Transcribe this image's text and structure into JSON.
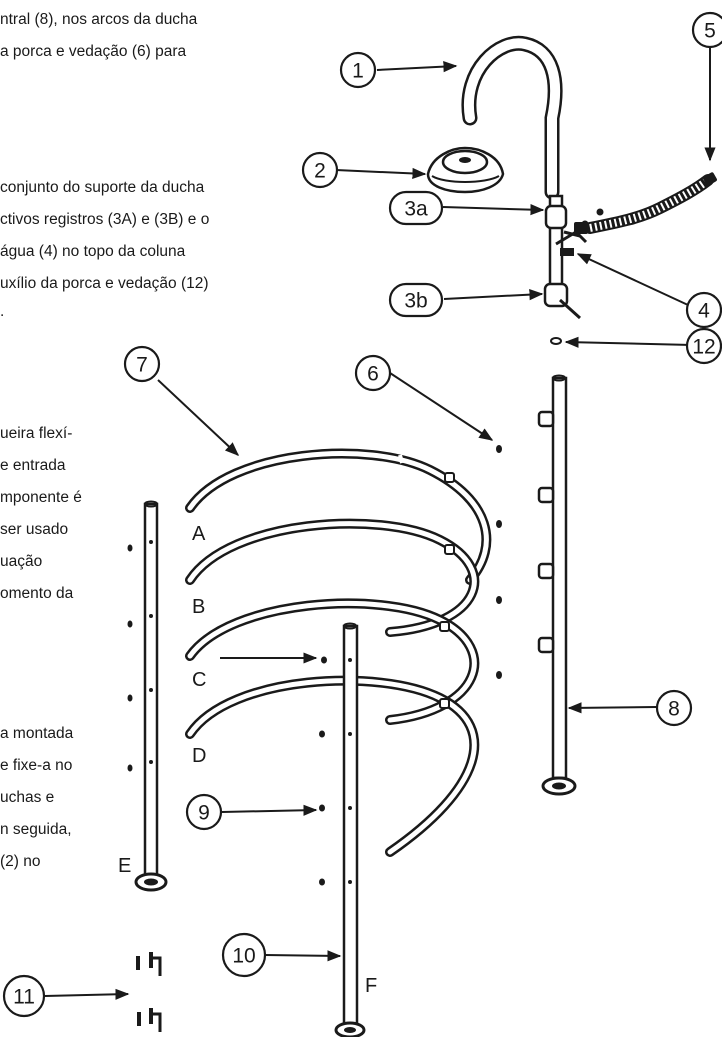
{
  "text_blocks": {
    "b1": [
      "ntral (8), nos arcos da ducha",
      "a porca e vedação (6) para"
    ],
    "b2": [
      "conjunto do suporte da ducha",
      "ctivos registros (3A) e (3B) e o",
      "água (4) no topo da coluna",
      "uxílio da porca e vedação (12)",
      "."
    ],
    "b3": [
      "ueira flexí-",
      "e entrada",
      "mponente é",
      "ser usado",
      "uação",
      "omento da"
    ],
    "b4": [
      "a montada",
      "e fixe-a no",
      "uchas e",
      "n seguida,",
      "(2) no"
    ]
  },
  "callouts": {
    "c1": "1",
    "c2": "2",
    "c3a": "3a",
    "c3b": "3b",
    "c4": "4",
    "c5": "5",
    "c6": "6",
    "c7": "7",
    "c8": "8",
    "c9": "9",
    "c10": "10",
    "c11": "11",
    "c12": "12"
  },
  "letters": {
    "a": "A",
    "b": "B",
    "c": "C",
    "d": "D",
    "e": "E",
    "f": "F"
  }
}
